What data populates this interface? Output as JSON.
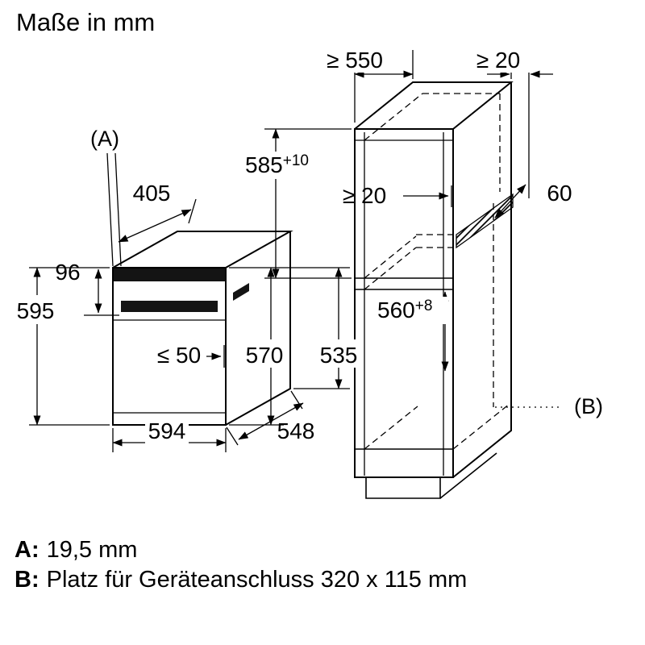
{
  "title": "Maße in mm",
  "oven": {
    "label_a": "(A)",
    "dim_405": "405",
    "dim_96": "96",
    "dim_595": "595",
    "dim_handle": "≤ 50",
    "dim_570": "570",
    "dim_535": "535",
    "dim_594": "594",
    "dim_548": "548"
  },
  "cabinet": {
    "dim_depth": "≥ 550",
    "dim_wall_gap": "≥ 20",
    "dim_niche_height_main": "585",
    "dim_niche_height_sup": "+10",
    "dim_vent_gap": "≥ 20",
    "dim_vent": "60",
    "dim_niche_width_main": "560",
    "dim_niche_width_sup": "+8",
    "label_b": "(B)"
  },
  "legend": {
    "a_label": "A:",
    "a_text": "19,5 mm",
    "b_label": "B:",
    "b_text": "Platz für Geräteanschluss 320 x 115 mm"
  }
}
